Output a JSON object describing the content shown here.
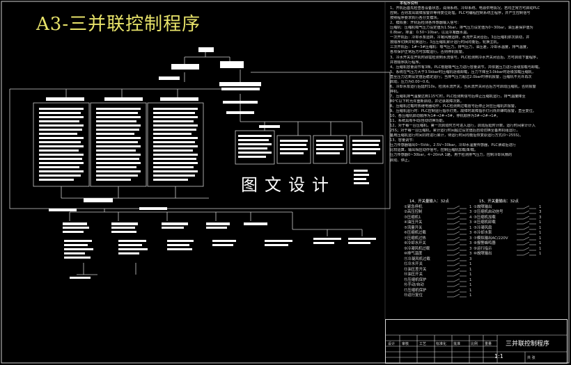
{
  "drawing": {
    "title": "A3-三并联控制程序",
    "watermark": "图文设计"
  },
  "notes": {
    "heading": "本程序说明",
    "lines": [
      "1、开机后首先检查各设备状态，润滑系统、冷却系统、电源供电情况，若均正常方可启动PLC",
      "控制，否则发出故障报警并等待复位处理。PLC可编程控制系统主程序，并产生控制信号",
      "按照程序要求执行各分支模块。",
      "2、模拟量：开机后检测各传感器输入信号：",
      "   压缩机：压缩机吸气压力设定值为1.5bar，排气压力设定值为0~30bar，油压差保护值为",
      "0.8bar，排温：0.50~10bar，以及冷凝器水温。",
      "   一次开机后：冷却水泵运转，冷凝风扇运转，水流开关闭合后，3台压缩机依次启动，并",
      "按顺序切换并轮换运行，3台压缩机累计运行时间均衡后，轮换主机。",
      "   三次开机后：1#~3#压缩机：吸气压力，排气压力，油压差，冷却水温度，排气温度，",
      "各项保护正常后方可加载运行，否则停机报警。",
      "3、冷水开关在开机时即需检测到水流信号，PLC检测到冷水开关闭合后，方可启动下面程序，",
      "并按顺序执行程序。",
      "4、压缩机容量调节有3档，PLC根据吸气压力进行容量调节，并依据压力进行逐级加载与卸载。",
      "5、系统在气压力大于3.5kbar时压缩机逐级卸载，压力下降至3.0kbar时逐级加载压缩机，",
      "直至压力达到设定值后稳定运行；当排气压力超过2.0bar时停机报警，压缩机不允许再次",
      "启动，压力为0.00~0.6。",
      "6、冷却水泵运行后延时10s，检测水流开关，当水流开关闭合后方可启动压缩机，否则报警",
      "停机。",
      "7、压缩机排气温度达到115℃时，PLC检测到信号后停止压缩机运行，排气温度降至",
      "80℃以下时允许重新启动，并记录故障次数。",
      "8、压缩机过载时热继电器动作，PLC检测到过载信号后停止对应压缩机并报警。",
      "9、压缩机运行时：PLC控制运行指示灯亮，故障时故障指示灯闪烁并蜂鸣报警，直至复位。",
      "10、各压缩机启动顺序为1#→2#→3#，停机顺序为3#→2#→1#。",
      "11、系统具有手动/自动切换功能。",
      "12、对于每一台压缩机，第一次启动时方可进入运行，启动后延时计数，运行时间累计计入",
      "25S；对于每一台压缩机，累计运行时间超过设定值后自动切换至备用机组运行，",
      "备用压缩机运行时间同样进行累计，待运行时间均衡后恢复原运行方式(0~255S)。",
      "13、容量调节：",
      "   压力传感器输出0~5Vdc，2.5V~30bar，冷却水温度传感器，PLC读取后进行",
      "比较运算，输出相应动作信号，控制压缩机加载/卸载。",
      "   压力传感器0~30bar，4~20mA 1路，用于检测排气压力，控制冷却风扇的",
      "启动、停止。"
    ]
  },
  "io_inputs": {
    "heading": "14、开关量输入：32点",
    "items": [
      {
        "label": "①紧急停机",
        "no": "1"
      },
      {
        "label": "②高压控制",
        "no": "3"
      },
      {
        "label": "③压缩机1",
        "no": "4"
      },
      {
        "label": "④油压开关",
        "no": "3"
      },
      {
        "label": "⑤流量开关",
        "no": "1"
      },
      {
        "label": "⑥压缩机过载",
        "no": "3"
      },
      {
        "label": "⑦压缩机过热",
        "no": "3"
      },
      {
        "label": "⑧冷却水开关",
        "no": "3"
      },
      {
        "label": "⑨冷凝风机过载",
        "no": "3"
      },
      {
        "label": "⑩排气温度",
        "no": "3"
      },
      {
        "label": "⑪冷凝风机过载",
        "no": "3"
      },
      {
        "label": "⑫冷水开关",
        "no": "1"
      },
      {
        "label": "⑬油压差开关",
        "no": "1"
      },
      {
        "label": "⑭油压开关",
        "no": "1"
      },
      {
        "label": "⑮压缩机保护",
        "no": "1"
      },
      {
        "label": "⑯手动/自动",
        "no": "1"
      },
      {
        "label": "⑰压缩机保护",
        "no": "1"
      },
      {
        "label": "⑱运行复位",
        "no": "1"
      }
    ]
  },
  "io_outputs": {
    "heading": "15、开关量输出：32点",
    "items": [
      {
        "label": "①故障输出",
        "no": "1"
      },
      {
        "label": "②压缩机启动信号",
        "no": "3"
      },
      {
        "label": "③压缩机加载",
        "no": "3"
      },
      {
        "label": "④压缩机卸载",
        "no": "1"
      },
      {
        "label": "⑤冷凝风扇",
        "no": "1"
      },
      {
        "label": "⑥冷却水泵",
        "no": "1"
      },
      {
        "label": "⑦模拟输出AC/220V",
        "no": "1"
      },
      {
        "label": "⑧报警蜂鸣器",
        "no": "1"
      },
      {
        "label": "⑨运行指示",
        "no": "1"
      },
      {
        "label": "⑩故障输出",
        "no": "1"
      }
    ]
  },
  "title_block": {
    "name": "三并联控制程序",
    "scale": "1:1",
    "cells": [
      "设计",
      "审核",
      "工艺",
      "标准化",
      "批准",
      "比例",
      "重量",
      "共 张"
    ]
  }
}
